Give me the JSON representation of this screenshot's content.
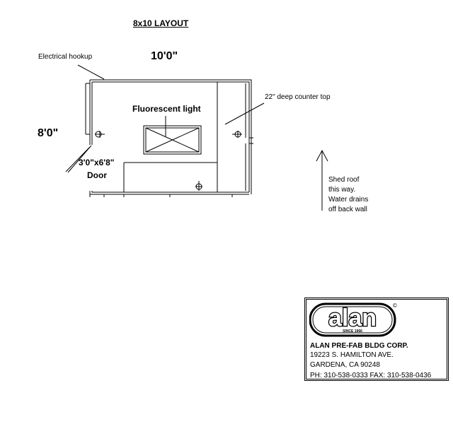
{
  "diagram": {
    "title": "8x10 LAYOUT",
    "labels": {
      "electrical_hookup": "Electrical hookup",
      "width": "10'0\"",
      "height": "8'0\"",
      "fluorescent_light": "Fluorescent light",
      "counter_top": "22\" deep counter top",
      "door_size": "3'0\"x6'8\"",
      "door": "Door"
    },
    "roof_note": [
      "Shed roof",
      "this way.",
      "Water drains",
      "off back wall"
    ]
  },
  "company": {
    "logo_text": "alan",
    "logo_since": "SINCE 1966",
    "logo_mark": "©",
    "name": "ALAN PRE-FAB BLDG CORP.",
    "address_line1": "19223 S. HAMILTON AVE.",
    "address_line2": "GARDENA, CA 90248",
    "phone_line": "PH: 310-538-0333   FAX: 310-538-0436"
  }
}
